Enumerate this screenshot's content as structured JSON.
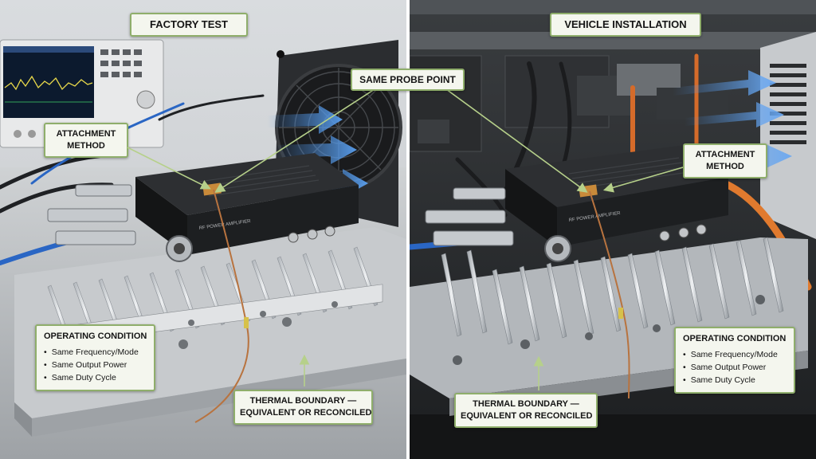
{
  "left_panel": {
    "title": "FACTORY TEST",
    "attachment_method": [
      "ATTACHMENT",
      "METHOD"
    ],
    "operating_condition": {
      "title": "OPERATING CONDITION",
      "items": [
        "Same Frequency/Mode",
        "Same Output Power",
        "Same Duty Cycle"
      ]
    },
    "thermal_boundary": [
      "THERMAL BOUNDARY —",
      "EQUIVALENT OR RECONCILED"
    ],
    "device_label": "RF POWER AMPLIFIER"
  },
  "right_panel": {
    "title": "VEHICLE INSTALLATION",
    "attachment_method": [
      "ATTACHMENT",
      "METHOD"
    ],
    "operating_condition": {
      "title": "OPERATING CONDITION",
      "items": [
        "Same Frequency/Mode",
        "Same Output Power",
        "Same Duty Cycle"
      ]
    },
    "thermal_boundary": [
      "THERMAL BOUNDARY —",
      "EQUIVALENT OR RECONCILED"
    ],
    "device_label": "RF POWER AMPLIFIER"
  },
  "shared": {
    "probe_point": "SAME PROBE POINT"
  },
  "colors": {
    "callout_border": "#8fae6b",
    "callout_bg": "#f4f6ee",
    "leader_line": "#b6d08a",
    "airflow": "#4a90e2",
    "thermocouple_wire": "#b8733f",
    "probe_pad": "#c98a3a"
  }
}
